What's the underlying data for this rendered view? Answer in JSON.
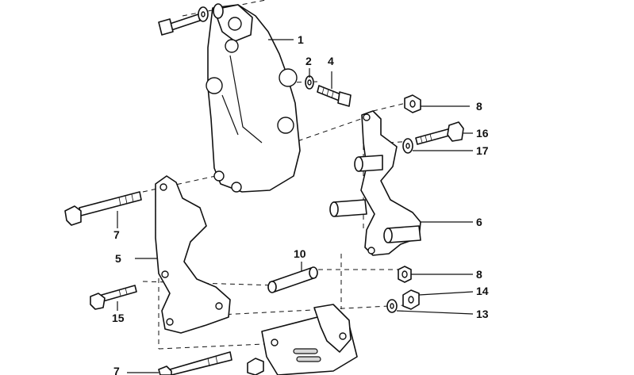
{
  "diagram": {
    "callouts": [
      {
        "id": "c1",
        "label": "1"
      },
      {
        "id": "c2",
        "label": "2"
      },
      {
        "id": "c4",
        "label": "4"
      },
      {
        "id": "c8a",
        "label": "8"
      },
      {
        "id": "c16",
        "label": "16"
      },
      {
        "id": "c17",
        "label": "17"
      },
      {
        "id": "c6",
        "label": "6"
      },
      {
        "id": "c7a",
        "label": "7"
      },
      {
        "id": "c5",
        "label": "5"
      },
      {
        "id": "c10",
        "label": "10"
      },
      {
        "id": "c8b",
        "label": "8"
      },
      {
        "id": "c14",
        "label": "14"
      },
      {
        "id": "c13",
        "label": "13"
      },
      {
        "id": "c15",
        "label": "15"
      },
      {
        "id": "c7b",
        "label": "7"
      }
    ]
  },
  "colors": {
    "line": "#111111",
    "background": "#ffffff",
    "shade": "#d8d8d8"
  }
}
